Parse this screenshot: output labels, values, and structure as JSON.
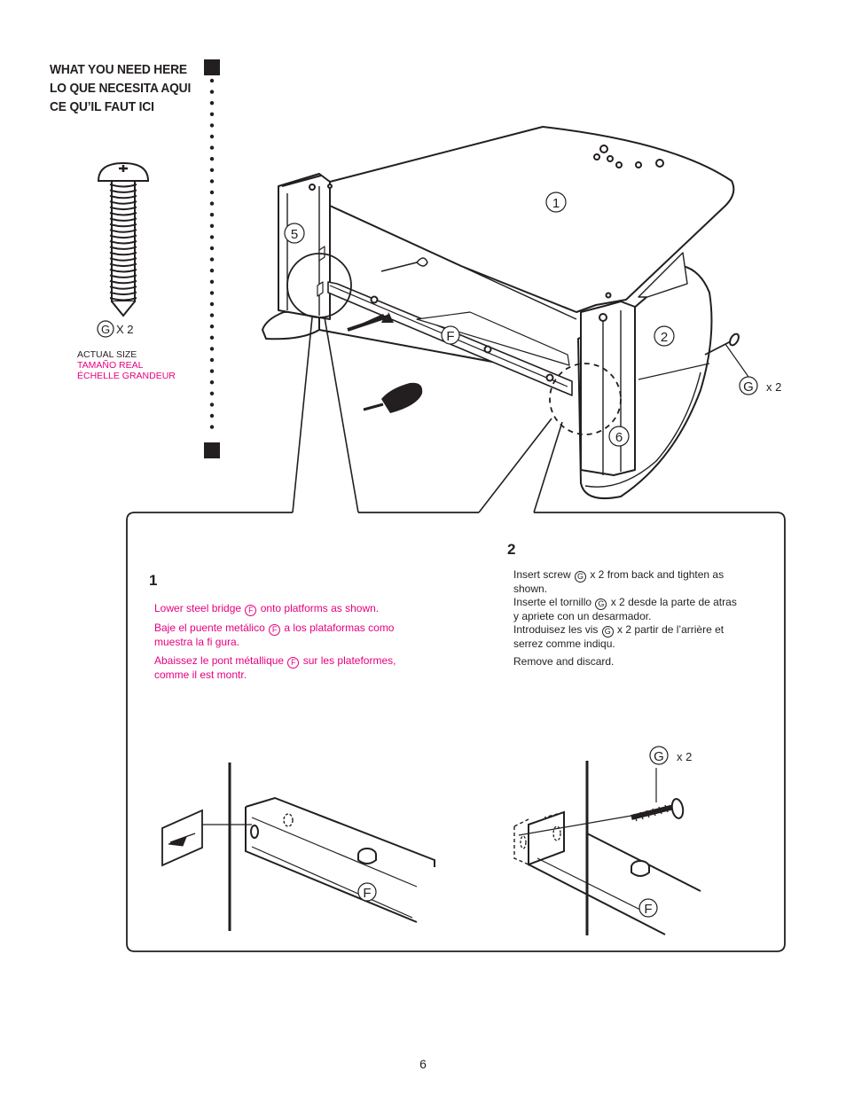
{
  "header": {
    "lines": [
      "WHAT YOU NEED HERE",
      "LO QUE NECESITA AQUI",
      "CE QU’IL FAUT ICI"
    ]
  },
  "hardware": {
    "part_letter": "G",
    "qty_text": "X  2",
    "actual_size_en": "ACTUAL SIZE",
    "actual_size_es": "TAMAÑO REAL",
    "actual_size_fr": "ÉCHELLE GRANDEUR"
  },
  "diagram": {
    "part_labels": [
      "1",
      "5",
      "2",
      "6"
    ],
    "bridge_label": "F",
    "screw_label": "G",
    "screw_qty": "x 2"
  },
  "step1": {
    "number": "1",
    "en_pre": "Lower steel bridge ",
    "en_part": "F",
    "en_post": " onto platforms as shown.",
    "es_pre": "Baje el puente metálico ",
    "es_part": "F",
    "es_post": " a los plataformas como muestra la fi gura.",
    "fr_pre": "Abaissez le pont métallique ",
    "fr_part": "F",
    "fr_post": " sur les plateformes, comme il est montr.",
    "detail_label": "F"
  },
  "step2": {
    "number": "2",
    "en_pre": "Insert screw ",
    "en_part": "G",
    "en_post": " x 2 from back and tighten as shown.",
    "es_pre": "Inserte el tornillo ",
    "es_part": "G",
    "es_post": " x 2 desde la parte de atras y apriete con un desarmador.",
    "fr_pre": "Introduisez les vis ",
    "fr_part": "G",
    "fr_post": " x 2  partir de l’arrière et serrez comme indiqu.",
    "remove": "Remove and discard.",
    "detail_screw_label": "G",
    "detail_screw_qty": "x 2",
    "detail_label": "F"
  },
  "footer": {
    "page_number": "6"
  }
}
